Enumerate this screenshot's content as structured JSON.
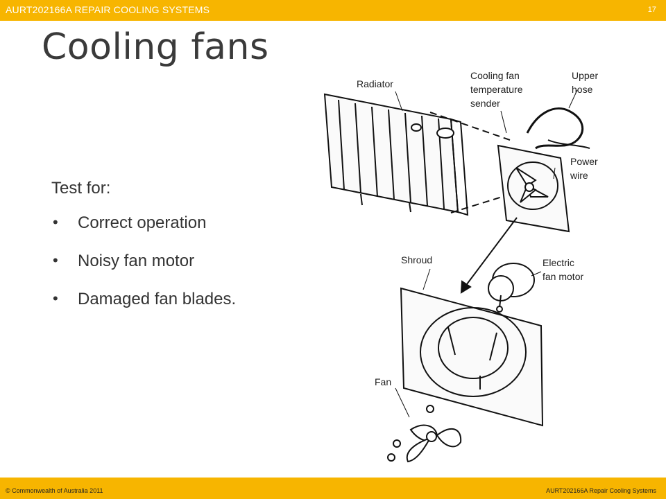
{
  "header": {
    "course_title": "AURT202166A REPAIR COOLING SYSTEMS",
    "page_number": "17"
  },
  "slide": {
    "title": "Cooling fans",
    "lead": "Test for:",
    "bullets": [
      "Correct operation",
      "Noisy fan motor",
      "Damaged fan blades."
    ]
  },
  "diagram": {
    "labels": {
      "radiator": "Radiator",
      "sender_line1": "Cooling fan",
      "sender_line2": "temperature",
      "sender_line3": "sender",
      "hose_line1": "Upper",
      "hose_line2": "hose",
      "power_line1": "Power",
      "power_line2": "wire",
      "shroud": "Shroud",
      "motor_line1": "Electric",
      "motor_line2": "fan motor",
      "fan": "Fan"
    }
  },
  "footer": {
    "copyright": "© Commonwealth of Australia 2011",
    "course": "AURT202166A Repair Cooling Systems"
  },
  "colors": {
    "accent": "#f7b500",
    "title_text": "#3a3a3a",
    "body_text": "#333333"
  }
}
